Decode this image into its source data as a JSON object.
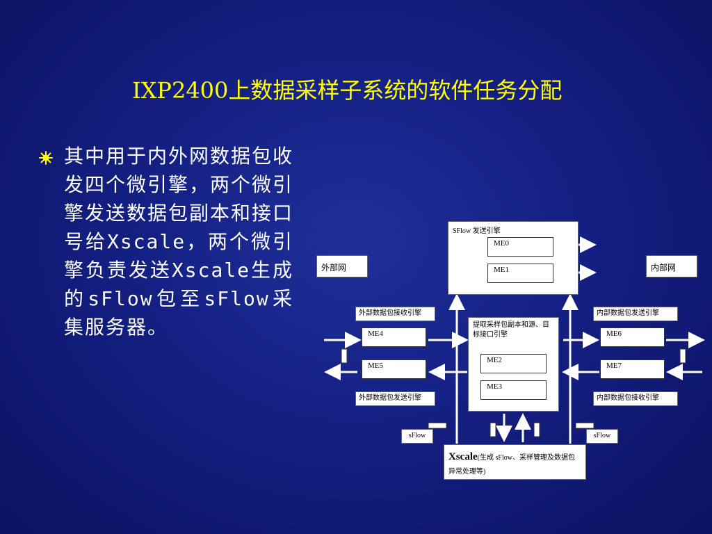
{
  "slide": {
    "title": "IXP2400上数据采样子系统的软件任务分配",
    "bullet_text": "其中用于内外网数据包收发四个微引擎，两个微引擎发送数据包副本和接口号给Xscale，两个微引擎负责发送Xscale生成的sFlow包至sFlow采集服务器。"
  },
  "diagram": {
    "sflow_engine_label": "SFlow 发送引擎",
    "me0": "ME0",
    "me1": "ME1",
    "external_net": "外部网",
    "internal_net": "内部网",
    "ext_recv_engine": "外部数据包接收引擎",
    "int_send_engine": "内部数据包发送引擎",
    "extract_engine": "提取采样包副本和源、目标接口引擎",
    "me2": "ME2",
    "me3": "ME3",
    "me4": "ME4",
    "me5": "ME5",
    "me6": "ME6",
    "me7": "ME7",
    "ext_send_engine": "外部数据包发送引擎",
    "int_recv_engine": "内部数据包接收引擎",
    "sflow_left": "sFlow",
    "sflow_right": "sFlow",
    "xscale_title": "Xscale",
    "xscale_desc": "(生成 sFlow、采样管理及数据包异常处理等)"
  },
  "colors": {
    "title": "#ffff00",
    "text": "#ffffff",
    "bullet": "#ffff00"
  }
}
